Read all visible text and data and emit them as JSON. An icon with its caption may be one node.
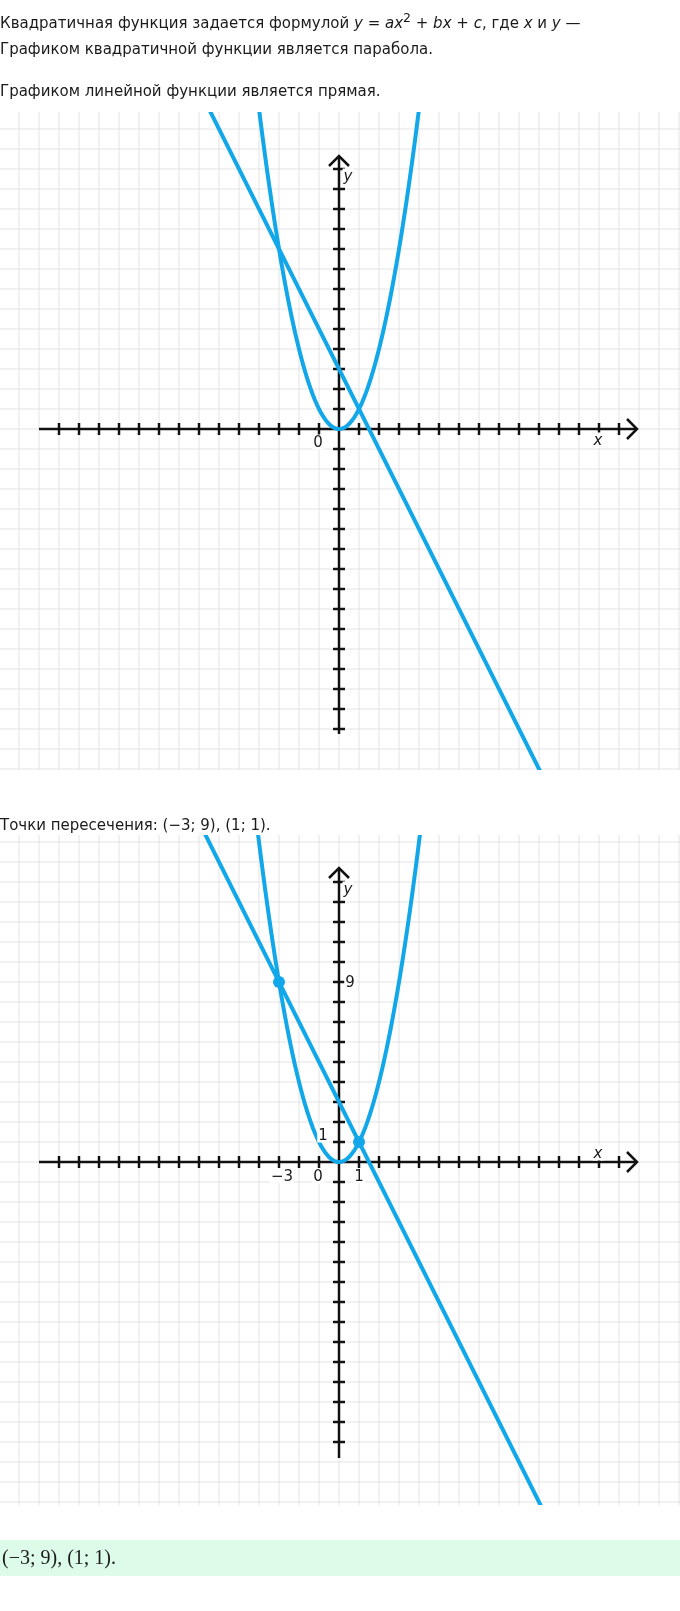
{
  "diagram": {
    "labels": [
      "Квадратичная функция задается формулой *y* = *ax*$^{2}$ + *bx* + *c*, где *x* и *y* —",
      "Графиком квадратичной функции является парабола.",
      "Графиком линейной функции является прямая.",
      "y",
      "0",
      "x",
      "Точки пересечения: (−3; 9), (1; 1).",
      "y",
      "9",
      "1",
      "−3",
      "0",
      "1",
      "x",
      "(−3; 9), (1; 1)."
    ]
  }
}
